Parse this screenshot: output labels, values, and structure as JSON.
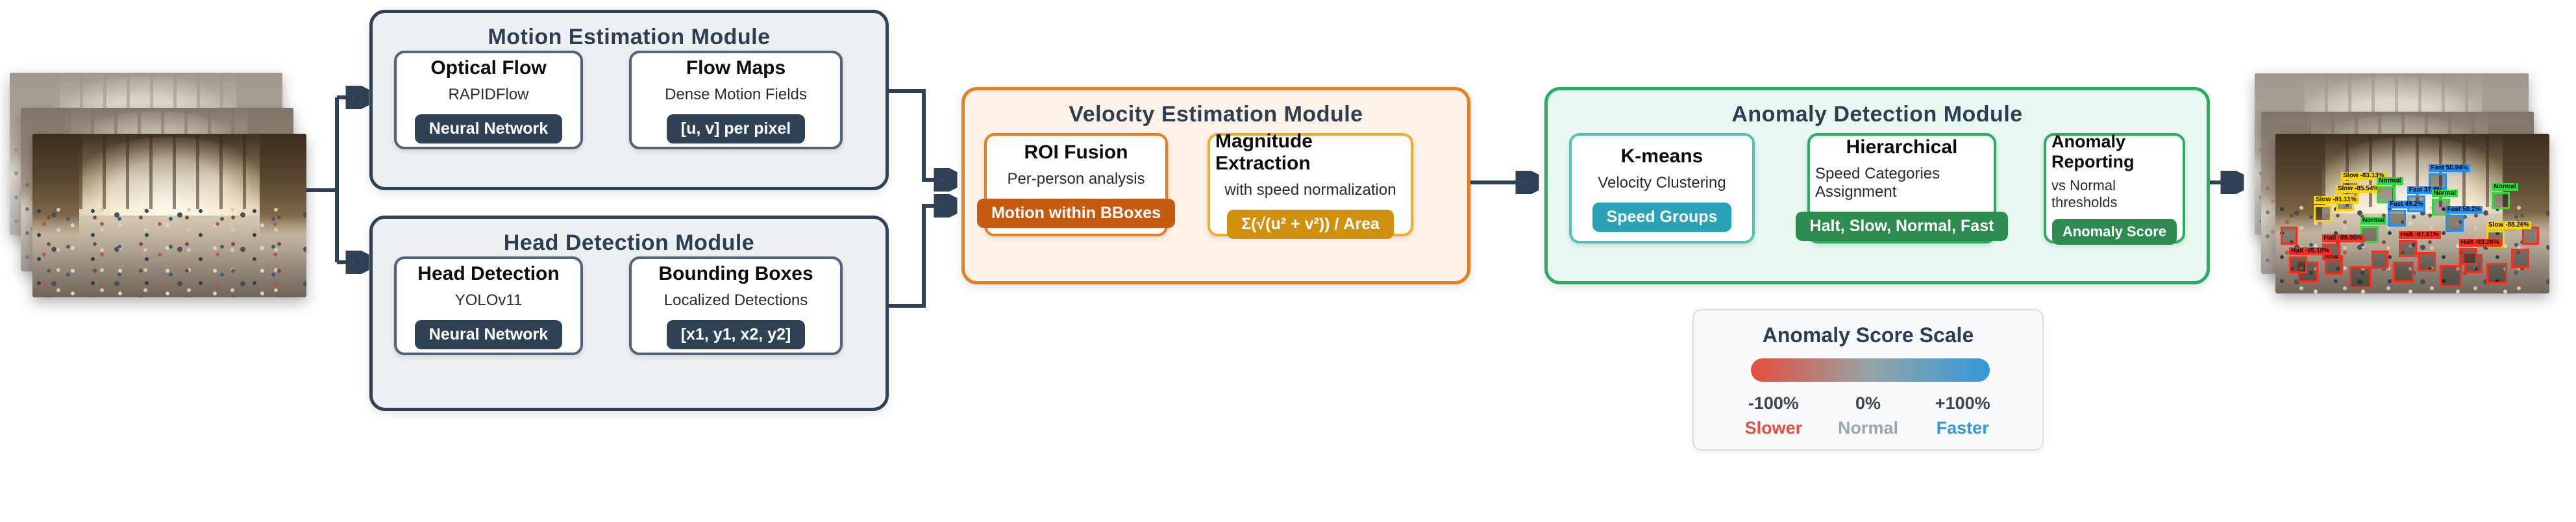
{
  "modules": {
    "motion": {
      "title": "Motion Estimation Module",
      "boxes": [
        {
          "title": "Optical Flow",
          "subtitle": "RAPIDFlow",
          "badge": "Neural Network"
        },
        {
          "title": "Flow Maps",
          "subtitle": "Dense Motion Fields",
          "badge": "[u, v] per pixel"
        }
      ]
    },
    "head": {
      "title": "Head Detection Module",
      "boxes": [
        {
          "title": "Head Detection",
          "subtitle": "YOLOv11",
          "badge": "Neural Network"
        },
        {
          "title": "Bounding Boxes",
          "subtitle": "Localized Detections",
          "badge": "[x1, y1, x2, y2]"
        }
      ]
    },
    "velocity": {
      "title": "Velocity Estimation Module",
      "boxes": [
        {
          "title": "ROI Fusion",
          "subtitle": "Per-person analysis",
          "badge": "Motion within BBoxes"
        },
        {
          "title": "Magnitude Extraction",
          "subtitle": "with speed normalization",
          "badge": "Σ(√(u² + v²)) / Area"
        }
      ]
    },
    "anomaly": {
      "title": "Anomaly Detection Module",
      "boxes": [
        {
          "title": "K-means",
          "subtitle": "Velocity Clustering",
          "badge": "Speed Groups"
        },
        {
          "title": "Hierarchical",
          "subtitle": "Speed Categories Assignment",
          "badge": "Halt, Slow, Normal, Fast"
        },
        {
          "title": "Anomaly Reporting",
          "subtitle": "vs Normal thresholds",
          "badge": "Anomaly Score"
        }
      ]
    }
  },
  "legend": {
    "title": "Anomaly Score Scale",
    "ticks": [
      "-100%",
      "0%",
      "+100%"
    ],
    "labels": [
      {
        "text": "Slower",
        "color": "#e74c3c"
      },
      {
        "text": "Normal",
        "color": "#95a5a6"
      },
      {
        "text": "Faster",
        "color": "#3498db"
      }
    ],
    "gradient": [
      "#e74c3c",
      "#95a5a6",
      "#3498db"
    ]
  },
  "output": {
    "annotations": [
      {
        "label": "Slow -83.13%",
        "category": "slow"
      },
      {
        "label": "Slow -85.54%",
        "category": "slow"
      },
      {
        "label": "Slow -81.11%",
        "category": "slow"
      },
      {
        "label": "Fast 50.94%",
        "category": "fast"
      },
      {
        "label": "Normal",
        "category": "normal"
      },
      {
        "label": "Fast 37.8%",
        "category": "fast"
      },
      {
        "label": "Normal",
        "category": "normal"
      },
      {
        "label": "Fast 49.2%",
        "category": "fast"
      },
      {
        "label": "Fast 50.2%",
        "category": "fast"
      },
      {
        "label": "Normal",
        "category": "normal"
      },
      {
        "label": "Normal",
        "category": "normal"
      },
      {
        "label": "Slow -88.26%",
        "category": "slow"
      },
      {
        "label": "Halt -98.05%",
        "category": "halt"
      },
      {
        "label": "Halt -97.61%",
        "category": "halt"
      },
      {
        "label": "Halt -93.28%",
        "category": "halt"
      },
      {
        "label": "Halt -95.10%",
        "category": "halt"
      }
    ]
  },
  "colors": {
    "slate_border": "#2f4255",
    "slate_fill": "#edf0f3",
    "navy_badge": "#2f4255",
    "orange_border": "#e67e22",
    "orange_fill": "#fdf2e8",
    "burnt_badge": "#c55a11",
    "gold_border": "#f0ad2d",
    "gold_badge": "#d0910f",
    "green_border": "#27ae60",
    "green_fill": "#e9f8f0",
    "green_badge": "#2e8b50",
    "teal_border": "#4fc3b4",
    "teal_badge": "#2aa3b8",
    "arrow": "#2f4255",
    "title_text": "#2c3e50",
    "bbox_halt": "#ff2b1f",
    "bbox_slow": "#ffd400",
    "bbox_normal": "#2bdd3e",
    "bbox_fast": "#1f8fff"
  }
}
